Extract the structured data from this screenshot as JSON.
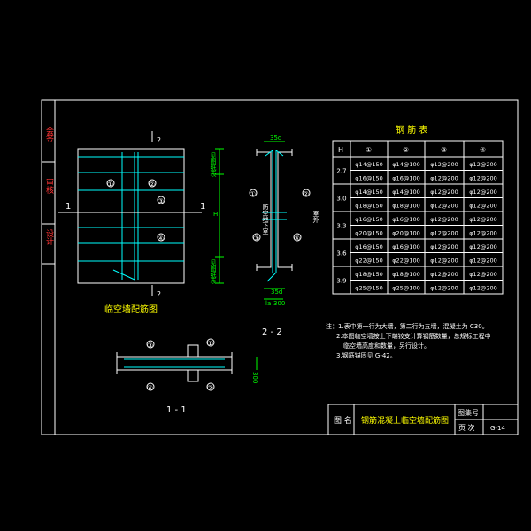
{
  "colors": {
    "background": "#000000",
    "frame": "#ffffff",
    "steel": "#00ffff",
    "dimension": "#00ff00",
    "title_text": "#ffff00",
    "label_text": "#ff3333"
  },
  "side_column": [
    "会签",
    "审核",
    "设计"
  ],
  "wall_elevation": {
    "title": "临空墙配筋图",
    "section_label_1": "1",
    "section_label_2": "2",
    "bar_labels": [
      "①",
      "②",
      "③",
      "④"
    ],
    "dim_top": "见图纸表",
    "dim_bottom": "见图纸表",
    "dim_h": "H"
  },
  "section_22": {
    "title": "2 - 2",
    "dim_top": "35d",
    "dim_bottom": "35d",
    "dim_base": "la",
    "dim_base_value": "300",
    "inside_label": "防空地下室",
    "outside_label": "室外",
    "bar_labels": [
      "①",
      "②",
      "③",
      "④"
    ]
  },
  "section_11": {
    "title": "1 - 1",
    "dim": "300",
    "bar_labels": [
      "③",
      "④",
      "①",
      "②"
    ]
  },
  "rebar_table": {
    "title": "钢 筋 表",
    "headers": [
      "H",
      "①",
      "②",
      "③",
      "④"
    ],
    "groups": [
      {
        "h": "2.7",
        "rows": [
          [
            "φ14@150",
            "φ14@100",
            "φ12@200",
            "φ12@200"
          ],
          [
            "φ16@150",
            "φ16@100",
            "φ12@200",
            "φ12@200"
          ]
        ]
      },
      {
        "h": "3.0",
        "rows": [
          [
            "φ14@150",
            "φ14@100",
            "φ12@200",
            "φ12@200"
          ],
          [
            "φ18@150",
            "φ18@100",
            "φ12@200",
            "φ12@200"
          ]
        ]
      },
      {
        "h": "3.3",
        "rows": [
          [
            "φ16@150",
            "φ16@100",
            "φ12@200",
            "φ12@200"
          ],
          [
            "φ20@150",
            "φ20@100",
            "φ12@200",
            "φ12@200"
          ]
        ]
      },
      {
        "h": "3.6",
        "rows": [
          [
            "φ16@150",
            "φ16@100",
            "φ12@200",
            "φ12@200"
          ],
          [
            "φ22@150",
            "φ22@100",
            "φ12@200",
            "φ12@200"
          ]
        ]
      },
      {
        "h": "3.9",
        "rows": [
          [
            "φ18@150",
            "φ18@100",
            "φ12@200",
            "φ12@200"
          ],
          [
            "φ25@150",
            "φ25@100",
            "φ12@200",
            "φ12@200"
          ]
        ]
      }
    ]
  },
  "notes": [
    "注：1.表中第一行为大墙，第二行为五墙，混凝土为 C30。",
    "2.本图临空墙按上下端铰支计算钢筋数量，总规标工程中",
    "临空墙高度和数量，另行设计。",
    "3.钢筋锚固见 G-42。"
  ],
  "title_block": {
    "label": "图 名",
    "drawing_name": "钢筋混凝土临空墙配筋图",
    "atlas_label": "图集号",
    "page_label": "页 次",
    "page_value": "G-14"
  }
}
